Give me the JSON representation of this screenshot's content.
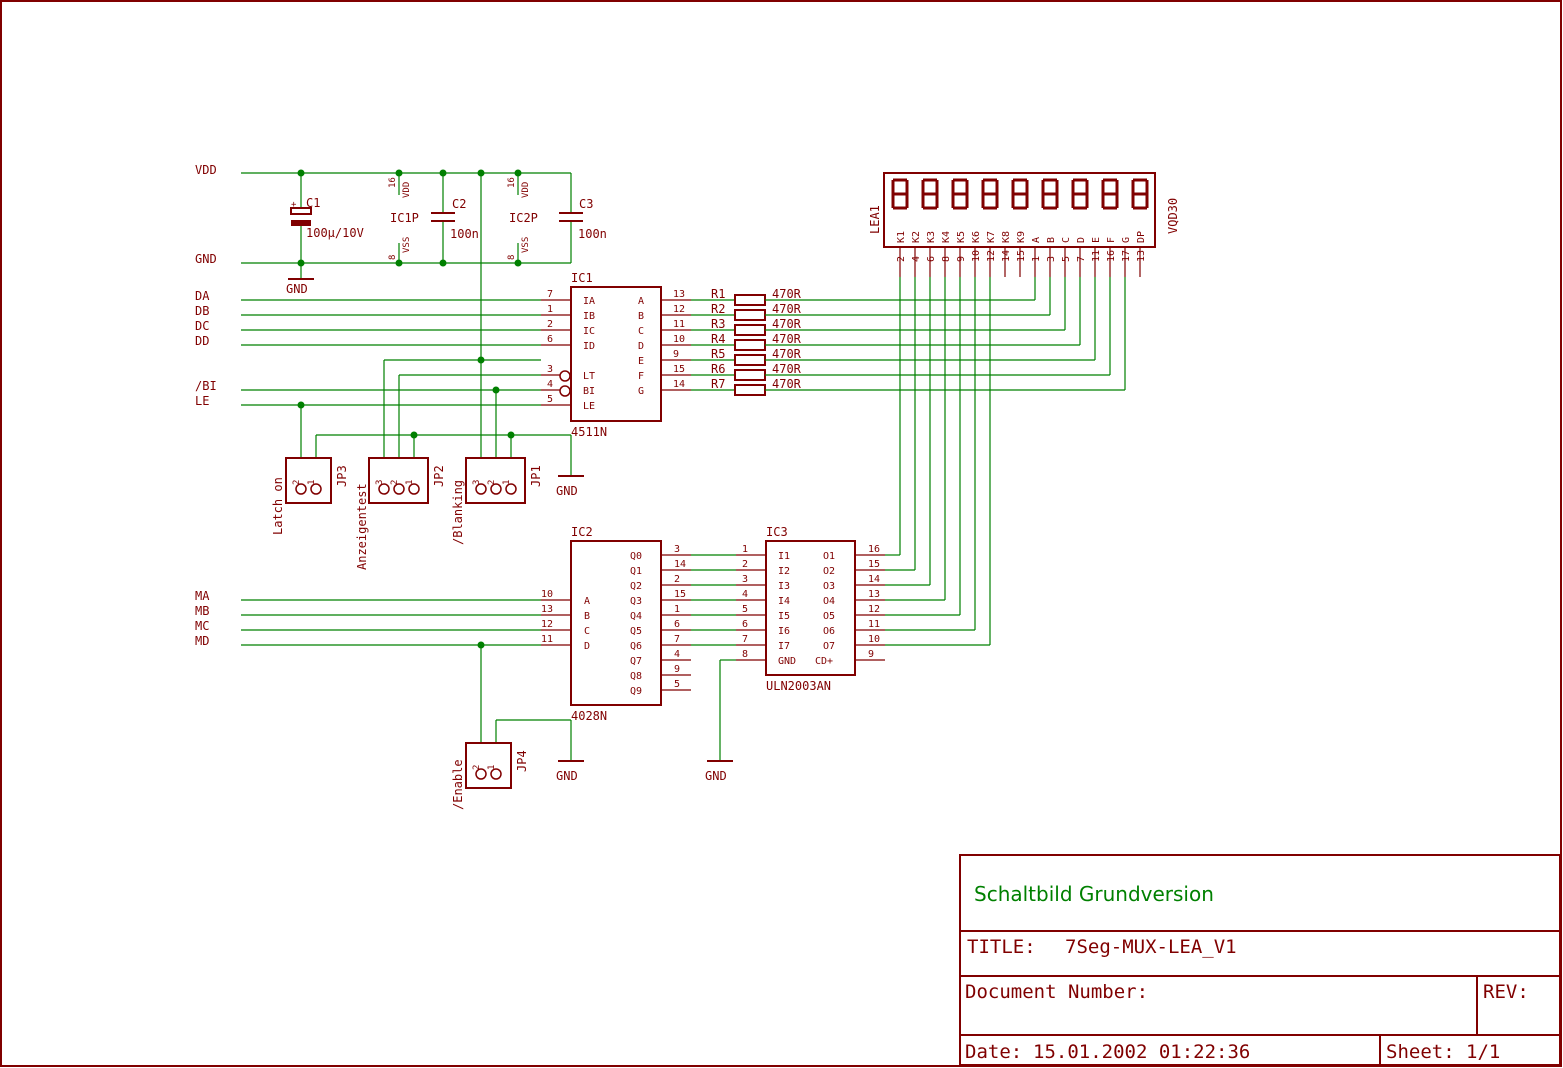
{
  "supply": {
    "vdd": "VDD",
    "gnd": "GND"
  },
  "nets": {
    "inputs_ic1": [
      "DA",
      "DB",
      "DC",
      "DD"
    ],
    "bi": "/BI",
    "le": "LE",
    "inputs_ic2": [
      "MA",
      "MB",
      "MC",
      "MD"
    ]
  },
  "caps": {
    "c1": {
      "name": "C1",
      "value": "100µ/10V"
    },
    "c2": {
      "name": "C2",
      "value": "100n"
    },
    "c3": {
      "name": "C3",
      "value": "100n"
    }
  },
  "power_pins": {
    "ic1p": {
      "name": "IC1P",
      "vdd_pin": "16",
      "vdd": "VDD",
      "vss_pin": "8",
      "vss": "VSS"
    },
    "ic2p": {
      "name": "IC2P",
      "vdd_pin": "16",
      "vdd": "VDD",
      "vss_pin": "8",
      "vss": "VSS"
    }
  },
  "ic1": {
    "ref": "IC1",
    "type": "4511N",
    "left_pins": [
      {
        "no": "7",
        "name": "IA"
      },
      {
        "no": "1",
        "name": "IB"
      },
      {
        "no": "2",
        "name": "IC"
      },
      {
        "no": "6",
        "name": "ID"
      },
      {
        "no": "3",
        "name": "LT"
      },
      {
        "no": "4",
        "name": "BI"
      },
      {
        "no": "5",
        "name": "LE"
      }
    ],
    "right_pins": [
      {
        "no": "13",
        "name": "A"
      },
      {
        "no": "12",
        "name": "B"
      },
      {
        "no": "11",
        "name": "C"
      },
      {
        "no": "10",
        "name": "D"
      },
      {
        "no": "9",
        "name": "E"
      },
      {
        "no": "15",
        "name": "F"
      },
      {
        "no": "14",
        "name": "G"
      }
    ]
  },
  "resistors": [
    {
      "name": "R1",
      "value": "470R"
    },
    {
      "name": "R2",
      "value": "470R"
    },
    {
      "name": "R3",
      "value": "470R"
    },
    {
      "name": "R4",
      "value": "470R"
    },
    {
      "name": "R5",
      "value": "470R"
    },
    {
      "name": "R6",
      "value": "470R"
    },
    {
      "name": "R7",
      "value": "470R"
    }
  ],
  "display": {
    "ref": "LEA1",
    "type": "VQD30",
    "pins": [
      {
        "name": "K1",
        "no": "2"
      },
      {
        "name": "K2",
        "no": "4"
      },
      {
        "name": "K3",
        "no": "6"
      },
      {
        "name": "K4",
        "no": "8"
      },
      {
        "name": "K5",
        "no": "9"
      },
      {
        "name": "K6",
        "no": "10"
      },
      {
        "name": "K7",
        "no": "12"
      },
      {
        "name": "K8",
        "no": "14"
      },
      {
        "name": "K9",
        "no": "15"
      },
      {
        "name": "A",
        "no": "1"
      },
      {
        "name": "B",
        "no": "3"
      },
      {
        "name": "C",
        "no": "5"
      },
      {
        "name": "D",
        "no": "7"
      },
      {
        "name": "E",
        "no": "11"
      },
      {
        "name": "F",
        "no": "16"
      },
      {
        "name": "G",
        "no": "17"
      },
      {
        "name": "DP",
        "no": "13"
      }
    ]
  },
  "jumpers": {
    "jp3": {
      "name": "JP3",
      "label": "Latch on",
      "pins": [
        "2",
        "1"
      ]
    },
    "jp2": {
      "name": "JP2",
      "label": "Anzeigentest",
      "pins": [
        "3",
        "2",
        "1"
      ]
    },
    "jp1": {
      "name": "JP1",
      "label": "/Blanking",
      "pins": [
        "3",
        "2",
        "1"
      ]
    },
    "jp4": {
      "name": "JP4",
      "label": "/Enable",
      "pins": [
        "2",
        "1"
      ]
    }
  },
  "ic2": {
    "ref": "IC2",
    "type": "4028N",
    "left_pins": [
      {
        "no": "10",
        "name": "A"
      },
      {
        "no": "13",
        "name": "B"
      },
      {
        "no": "12",
        "name": "C"
      },
      {
        "no": "11",
        "name": "D"
      }
    ],
    "right_pins": [
      {
        "no": "3",
        "name": "Q0"
      },
      {
        "no": "14",
        "name": "Q1"
      },
      {
        "no": "2",
        "name": "Q2"
      },
      {
        "no": "15",
        "name": "Q3"
      },
      {
        "no": "1",
        "name": "Q4"
      },
      {
        "no": "6",
        "name": "Q5"
      },
      {
        "no": "7",
        "name": "Q6"
      },
      {
        "no": "4",
        "name": "Q7"
      },
      {
        "no": "9",
        "name": "Q8"
      },
      {
        "no": "5",
        "name": "Q9"
      }
    ]
  },
  "ic3": {
    "ref": "IC3",
    "type": "ULN2003AN",
    "left_pins": [
      {
        "no": "1",
        "name": "I1"
      },
      {
        "no": "2",
        "name": "I2"
      },
      {
        "no": "3",
        "name": "I3"
      },
      {
        "no": "4",
        "name": "I4"
      },
      {
        "no": "5",
        "name": "I5"
      },
      {
        "no": "6",
        "name": "I6"
      },
      {
        "no": "7",
        "name": "I7"
      },
      {
        "no": "8",
        "name": "GND"
      }
    ],
    "right_pins": [
      {
        "no": "16",
        "name": "O1"
      },
      {
        "no": "15",
        "name": "O2"
      },
      {
        "no": "14",
        "name": "O3"
      },
      {
        "no": "13",
        "name": "O4"
      },
      {
        "no": "12",
        "name": "O5"
      },
      {
        "no": "11",
        "name": "O6"
      },
      {
        "no": "10",
        "name": "O7"
      },
      {
        "no": "9",
        "name": "CD+"
      }
    ]
  },
  "titleblock": {
    "heading": "Schaltbild Grundversion",
    "title_label": "TITLE:",
    "title_value": "7Seg-MUX-LEA_V1",
    "docnum_label": "Document Number:",
    "rev_label": "REV:",
    "date_label": "Date:",
    "date_value": "15.01.2002 01:22:36",
    "sheet_label": "Sheet:",
    "sheet_value": "1/1"
  },
  "colors": {
    "frame": "#800000",
    "wire": "#008000",
    "background": "#ffffff"
  }
}
